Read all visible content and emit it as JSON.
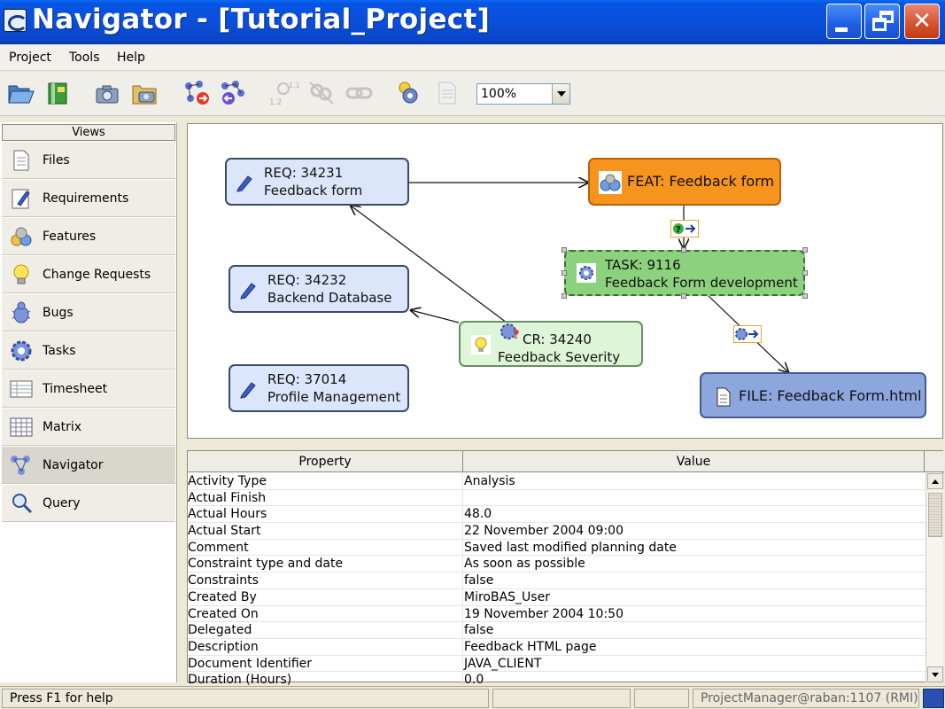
{
  "window": {
    "title": "Navigator - [Tutorial_Project]"
  },
  "menu": {
    "items": [
      "Project",
      "Tools",
      "Help"
    ]
  },
  "toolbar": {
    "zoom": "100%"
  },
  "views": {
    "header": "Views",
    "items": [
      "Files",
      "Requirements",
      "Features",
      "Change Requests",
      "Bugs",
      "Tasks",
      "Timesheet",
      "Matrix",
      "Navigator",
      "Query"
    ],
    "active": "Navigator"
  },
  "diagram": {
    "req1": {
      "line1": "REQ: 34231",
      "line2": "Feedback form"
    },
    "req2": {
      "line1": "REQ: 34232",
      "line2": "Backend Database"
    },
    "req3": {
      "line1": "REQ: 37014",
      "line2": "Profile Management"
    },
    "feat": {
      "line1": "FEAT: Feedback form"
    },
    "task": {
      "line1": "TASK: 9116",
      "line2": "Feedback Form development"
    },
    "cr": {
      "line1": "CR: 34240",
      "line2": "Feedback Severity"
    },
    "file": {
      "line1": "FILE: Feedback Form.html"
    }
  },
  "properties": {
    "columns": [
      "Property",
      "Value"
    ],
    "rows": [
      {
        "k": "Activity Type",
        "v": "Analysis"
      },
      {
        "k": "Actual Finish",
        "v": ""
      },
      {
        "k": "Actual Hours",
        "v": "48.0"
      },
      {
        "k": "Actual Start",
        "v": "22 November 2004 09:00"
      },
      {
        "k": "Comment",
        "v": "Saved last modified planning date"
      },
      {
        "k": "Constraint type and date",
        "v": "As soon as possible"
      },
      {
        "k": "Constraints",
        "v": "false"
      },
      {
        "k": "Created By",
        "v": "MiroBAS_User"
      },
      {
        "k": "Created On",
        "v": "19 November 2004 10:50"
      },
      {
        "k": "Delegated",
        "v": "false"
      },
      {
        "k": "Description",
        "v": "Feedback HTML page"
      },
      {
        "k": "Document Identifier",
        "v": "JAVA_CLIENT"
      },
      {
        "k": "Duration (Hours)",
        "v": "0.0"
      }
    ]
  },
  "status": {
    "help": "Press F1 for help",
    "connection": "ProjectManager@raban:1107 (RMI)"
  }
}
